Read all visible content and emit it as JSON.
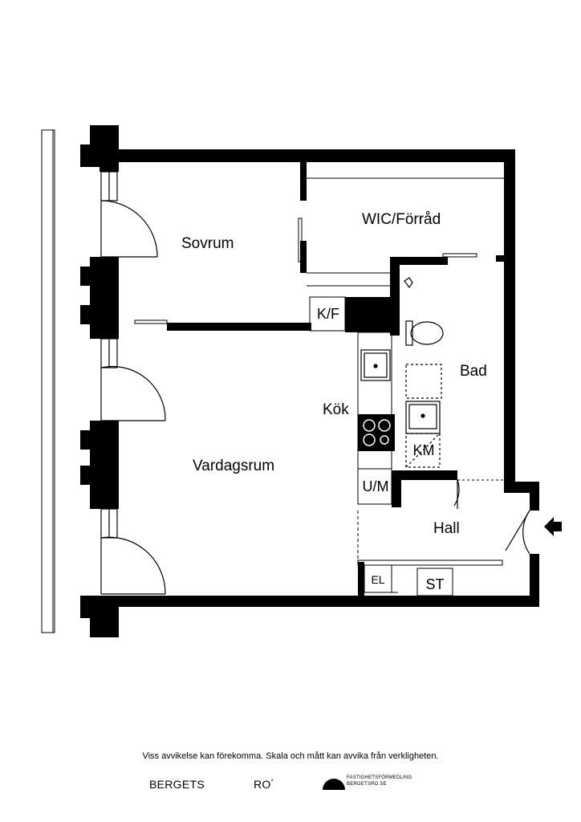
{
  "rooms": {
    "sovrum": "Sovrum",
    "wic": "WIC/Förråd",
    "kf": "K/F",
    "bad": "Bad",
    "kok": "Kök",
    "km": "KM",
    "vardagsrum": "Vardagsrum",
    "um": "U/M",
    "hall": "Hall",
    "el": "EL",
    "st": "ST"
  },
  "disclaimer": "Viss avvikelse kan förekomma. Skala och mått kan avvika från verkligheten.",
  "footer": {
    "brand_left": "BERGETS",
    "brand_right": "RO",
    "brand_mark": "°",
    "agency_line1": "FASTIGHETSFÖRMEDLING",
    "agency_line2": "BERGETSRO.SE"
  },
  "colors": {
    "wall": "#000000",
    "background": "#ffffff",
    "fixture_line": "#555555"
  }
}
